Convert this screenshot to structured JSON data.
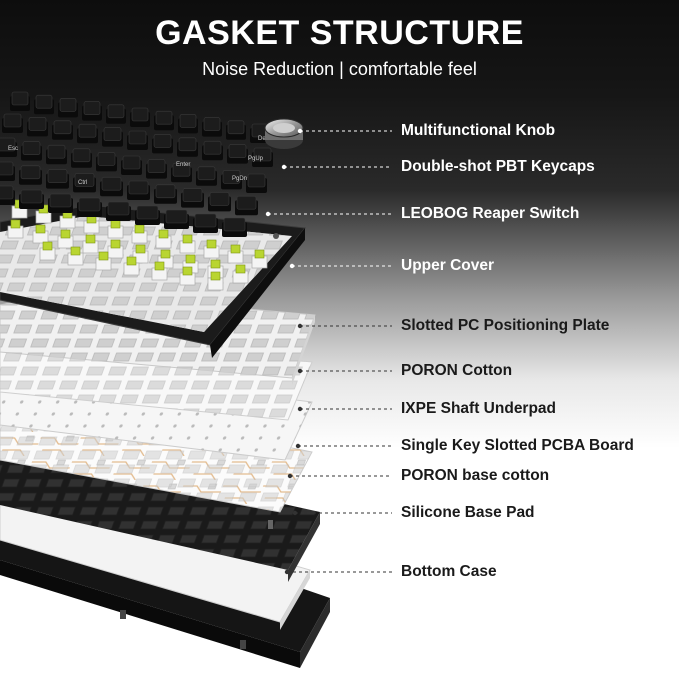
{
  "header": {
    "title": "GASKET STRUCTURE",
    "subtitle": "Noise Reduction | comfortable feel"
  },
  "colors": {
    "switch_accent": "#b9d531",
    "keycap": "#1c1c1c",
    "plate_white": "#f1f1f1",
    "label_dark": "#1a1a1a",
    "label_light": "#ffffff"
  },
  "keycap_legends": [
    "Del",
    "PgUp",
    "Enter",
    "PgDn",
    "Esc",
    "Ctrl"
  ],
  "layers": [
    {
      "label": "Multifunctional Knob",
      "theme": "light"
    },
    {
      "label": "Double-shot PBT Keycaps",
      "theme": "light"
    },
    {
      "label": "LEOBOG Reaper Switch",
      "theme": "light"
    },
    {
      "label": "Upper Cover",
      "theme": "light"
    },
    {
      "label": "Slotted PC Positioning Plate",
      "theme": "dark"
    },
    {
      "label": "PORON Cotton",
      "theme": "dark"
    },
    {
      "label": "IXPE Shaft Underpad",
      "theme": "dark"
    },
    {
      "label": "Single Key Slotted PCBA Board",
      "theme": "dark"
    },
    {
      "label": "PORON base cotton",
      "theme": "dark"
    },
    {
      "label": "Silicone Base Pad",
      "theme": "dark"
    },
    {
      "label": "Bottom Case",
      "theme": "dark"
    }
  ]
}
